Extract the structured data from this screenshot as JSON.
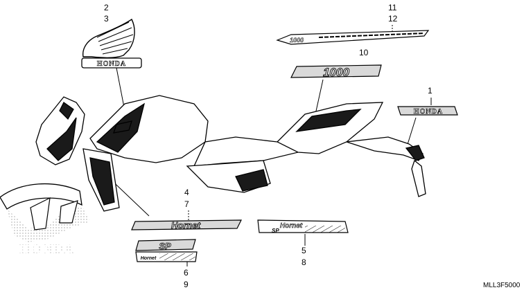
{
  "callouts": {
    "n1": "1",
    "n2": "2",
    "n3": "3",
    "n4": "4",
    "n5": "5",
    "n6": "6",
    "n7": "7",
    "n8": "8",
    "n9": "9",
    "n10": "10",
    "n11": "11",
    "n12": "12"
  },
  "decals": {
    "honda_wing_text": "HONDA",
    "honda_side_text": "HONDA",
    "displacement_text": "1000",
    "tail_stripe_text": "1000",
    "hornet_text": "Hornet",
    "hornet_right_text": "Hornet",
    "sp_text": "SP"
  },
  "diagram_code": "MLL3F5000",
  "colors": {
    "line": "#000000",
    "decal_fill": "#d9d9d9",
    "bike_shade": "#1a1a1a"
  }
}
